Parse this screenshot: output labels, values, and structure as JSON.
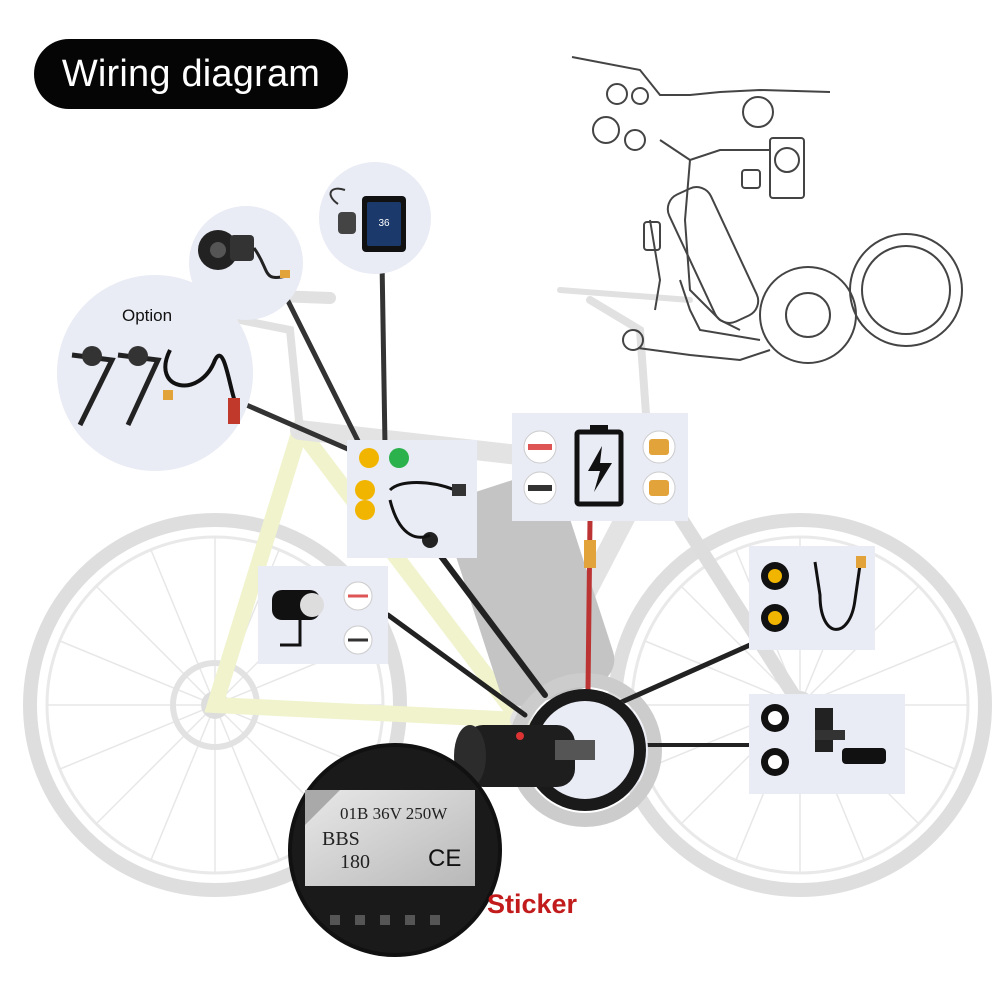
{
  "title": "Wiring diagram",
  "labels": {
    "option": "Option",
    "sticker": "Sticker"
  },
  "sticker_text": {
    "line1": "01B 36V 250W",
    "line2": "BBS",
    "line3": "180",
    "ce": "CE"
  },
  "colors": {
    "title_bg": "#050505",
    "title_text": "#ffffff",
    "sticker_red": "#c21b1b",
    "panel_bg": "#e9ebf5",
    "connector_yellow": "#f1b500",
    "connector_green": "#2bb24c",
    "bike_frame_yellow": "#e3e89a"
  }
}
